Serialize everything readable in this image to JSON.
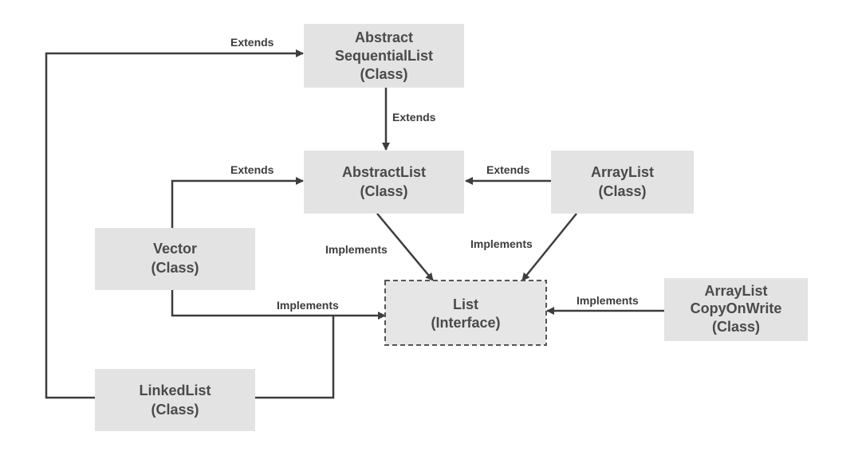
{
  "nodes": {
    "abstract_sequential_list": {
      "line1": "Abstract",
      "line2": "SequentialList",
      "line3": "(Class)"
    },
    "abstract_list": {
      "line1": "AbstractList",
      "line2": "(Class)"
    },
    "array_list": {
      "line1": "ArrayList",
      "line2": "(Class)"
    },
    "vector": {
      "line1": "Vector",
      "line2": "(Class)"
    },
    "list": {
      "line1": "List",
      "line2": "(Interface)"
    },
    "copy_on_write": {
      "line1": "ArrayList",
      "line2": "CopyOnWrite",
      "line3": "(Class)"
    },
    "linked_list": {
      "line1": "LinkedList",
      "line2": "(Class)"
    }
  },
  "edges": {
    "linkedlist_to_abstractsequential": "Extends",
    "abstractsequential_to_abstractlist": "Extends",
    "vector_to_abstractlist": "Extends",
    "arraylist_to_abstractlist": "Extends",
    "abstractlist_to_list": "Implements",
    "arraylist_to_list": "Implements",
    "vector_linkedlist_to_list": "Implements",
    "copyonwrite_to_list": "Implements"
  },
  "colors": {
    "node_fill": "#e3e3e3",
    "line": "#3d3d3d",
    "text": "#4a4a4a"
  }
}
